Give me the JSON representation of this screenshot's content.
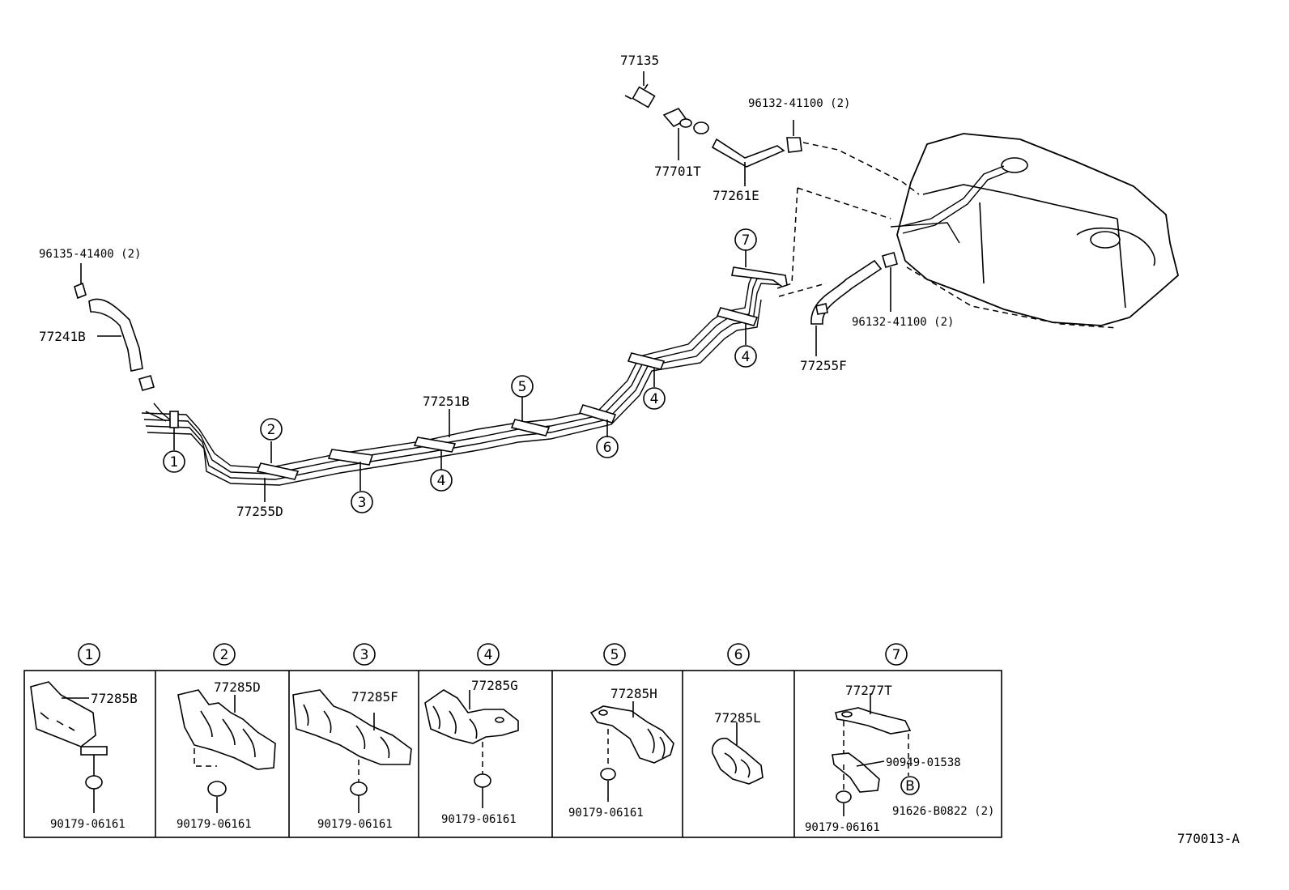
{
  "main_diagram": {
    "labels": {
      "p77135": "77135",
      "p77701T": "77701T",
      "p96132_top": "96132-41100 (2)",
      "p77261E": "77261E",
      "p96135": "96135-41400 (2)",
      "p77241B": "77241B",
      "p77251B": "77251B",
      "p77255D": "77255D",
      "p96132_right": "96132-41100 (2)",
      "p77255F": "77255F"
    },
    "callouts": {
      "c1": "1",
      "c2": "2",
      "c3": "3",
      "c4a": "4",
      "c4b": "4",
      "c4c": "4",
      "c5": "5",
      "c6": "6",
      "c7": "7"
    }
  },
  "detail_panels": [
    {
      "number": "1",
      "part": "77285B",
      "bolt": "90179-06161"
    },
    {
      "number": "2",
      "part": "77285D",
      "bolt": "90179-06161"
    },
    {
      "number": "3",
      "part": "77285F",
      "bolt": "90179-06161"
    },
    {
      "number": "4",
      "part": "77285G",
      "bolt": "90179-06161"
    },
    {
      "number": "5",
      "part": "77285H",
      "bolt": "90179-06161"
    },
    {
      "number": "6",
      "part": "77285L"
    },
    {
      "number": "7",
      "part": "77277T",
      "extra1": "90949-01538",
      "marker": "B",
      "extra2": "91626-B0822 (2)",
      "bolt": "90179-06161"
    }
  ],
  "figure_code": "770013-A"
}
